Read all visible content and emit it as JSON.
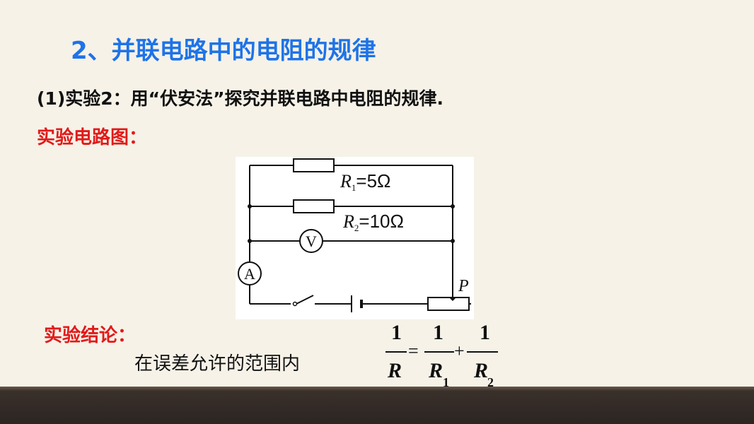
{
  "slide": {
    "title": "2、并联电路中的电阻的规律",
    "experiment_line": "(1)实验2：用“伏安法”探究并联电路中电阻的规律.",
    "circuit_label": "实验电路图：",
    "conclusion_label": "实验结论：",
    "conclusion_text": "在误差允许的范围内"
  },
  "circuit": {
    "r1_symbol": "R",
    "r1_sub": "1",
    "r1_value": "=5Ω",
    "r2_symbol": "R",
    "r2_sub": "2",
    "r2_value": "=10Ω",
    "voltmeter": "V",
    "ammeter": "A",
    "slider": "P"
  },
  "formula": {
    "left_num": "1",
    "left_den": "R",
    "equals": "=",
    "mid_num": "1",
    "mid_den": "R",
    "mid_sub": "1",
    "plus": "+",
    "right_num": "1",
    "right_den": "R",
    "right_sub": "2"
  },
  "colors": {
    "title": "#1e73e8",
    "label_red": "#e21a1a",
    "background": "#f6f2e8",
    "bottom_bar": "#2c2522"
  }
}
